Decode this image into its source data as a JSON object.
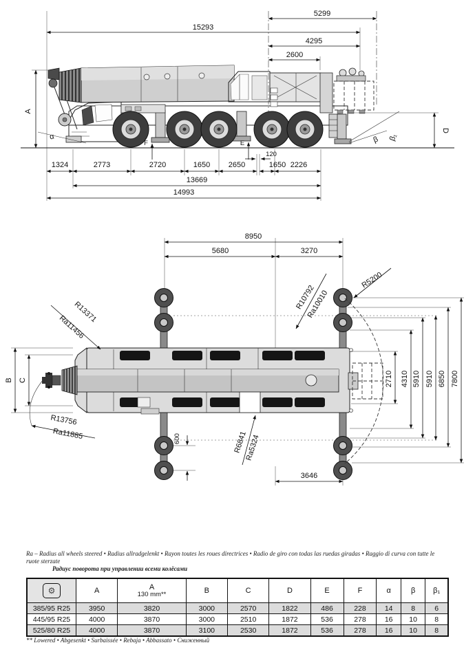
{
  "side": {
    "dim_5299": "5299",
    "dim_15293": "15293",
    "dim_4295": "4295",
    "dim_2600": "2600",
    "label_a": "A",
    "label_d": "D",
    "label_e": "E",
    "label_f": "F",
    "label_alpha": "α",
    "label_beta": "β",
    "label_beta1": "β₁",
    "dim_1324": "1324",
    "dim_2773": "2773",
    "dim_2720": "2720",
    "dim_1650a": "1650",
    "dim_2650": "2650",
    "dim_120": "120",
    "dim_1650b": "1650",
    "dim_2226": "2226",
    "dim_13669": "13669",
    "dim_14993": "14993"
  },
  "top": {
    "dim_8950": "8950",
    "dim_5680": "5680",
    "dim_3270": "3270",
    "r_front_left": "R13371",
    "ra_front_left": "Ra11456",
    "r_rear_left": "R13756",
    "ra_rear_left": "Ra11885",
    "r_right": "R10792",
    "ra_right": "Ra10010",
    "r_5200": "R5200",
    "r_center": "R6841",
    "ra_center": "Ra5324",
    "label_b": "B",
    "label_c": "C",
    "dim_2710": "2710",
    "dim_4310": "4310",
    "dim_5910a": "5910",
    "dim_5910b": "5910",
    "dim_6850": "6850",
    "dim_7800": "7800",
    "dim_600": "600",
    "dim_3646": "3646"
  },
  "footnotes": {
    "ra_line1": "Ra –  Radius all wheels steered • Radius allradgelenkt • Rayon toutes les roues directrices • Radio de giro con todas las ruedas giradas • Raggio di curva con tutte le ruote sterzate",
    "ra_line2": "Радиус поворота при управлении всеми колёсами",
    "lowered": "** Lowered • Abgesenkt • Surbaissée • Rebaja • Abbassato • Сниженный"
  },
  "table": {
    "icon": "⚙",
    "header": {
      "col_a": "A",
      "col_a130_line1": "A",
      "col_a130_line2": "130 mm**",
      "col_b": "B",
      "col_c": "C",
      "col_d": "D",
      "col_e": "E",
      "col_f": "F",
      "col_alpha": "α",
      "col_beta": "β",
      "col_beta1": "β₁"
    },
    "rows": [
      {
        "tire": "385/95 R25",
        "a": "3950",
        "a130": "3820",
        "b": "3000",
        "c": "2570",
        "d": "1822",
        "e": "486",
        "f": "228",
        "alpha": "14",
        "beta": "8",
        "beta1": "6"
      },
      {
        "tire": "445/95 R25",
        "a": "4000",
        "a130": "3870",
        "b": "3000",
        "c": "2510",
        "d": "1872",
        "e": "536",
        "f": "278",
        "alpha": "16",
        "beta": "10",
        "beta1": "8"
      },
      {
        "tire": "525/80 R25",
        "a": "4000",
        "a130": "3870",
        "b": "3100",
        "c": "2530",
        "d": "1872",
        "e": "536",
        "f": "278",
        "alpha": "16",
        "beta": "10",
        "beta1": "8"
      }
    ]
  }
}
